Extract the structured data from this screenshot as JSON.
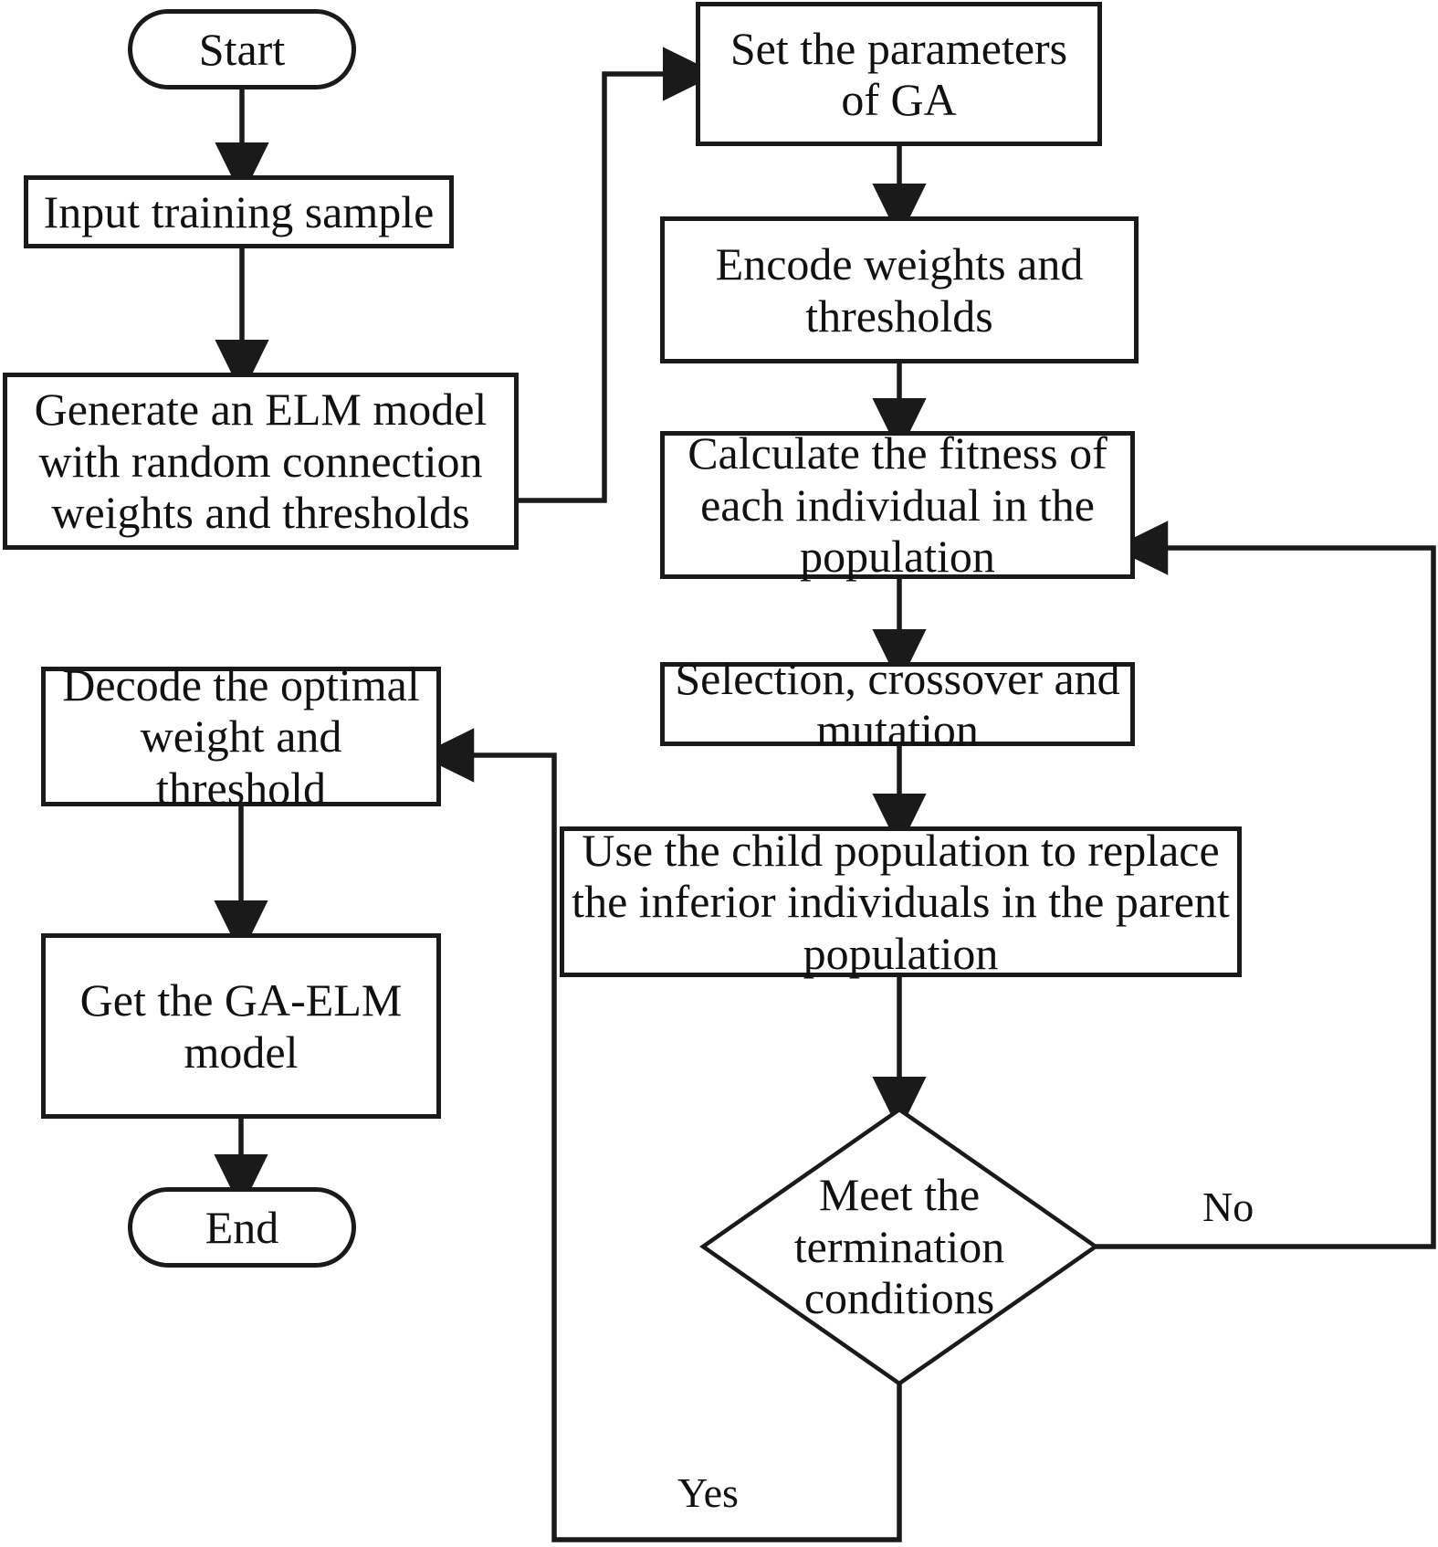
{
  "diagram": {
    "type": "flowchart",
    "title": "GA-ELM model training flowchart",
    "nodes": {
      "start": {
        "label": "Start",
        "shape": "terminator"
      },
      "input_sample": {
        "label": "Input training sample",
        "shape": "process"
      },
      "generate_elm": {
        "label": "Generate an ELM model with random connection weights and thresholds",
        "shape": "process"
      },
      "set_ga_params": {
        "label": "Set the parameters of GA",
        "shape": "process"
      },
      "encode": {
        "label": "Encode weights and thresholds",
        "shape": "process"
      },
      "calc_fitness": {
        "label": "Calculate the fitness of each individual in the population",
        "shape": "process"
      },
      "selection": {
        "label": "Selection, crossover and mutation",
        "shape": "process"
      },
      "replace": {
        "label": "Use the child population to replace the inferior individuals in the parent population",
        "shape": "process"
      },
      "decision": {
        "label": "Meet the termination conditions",
        "shape": "decision"
      },
      "decode": {
        "label": "Decode the optimal weight and threshold",
        "shape": "process"
      },
      "get_model": {
        "label": "Get the GA-ELM model",
        "shape": "process"
      },
      "end": {
        "label": "End",
        "shape": "terminator"
      }
    },
    "edge_labels": {
      "yes": "Yes",
      "no": "No"
    },
    "colors": {
      "stroke": "#1a1a1a",
      "fill": "#ffffff",
      "text": "#111111"
    }
  }
}
